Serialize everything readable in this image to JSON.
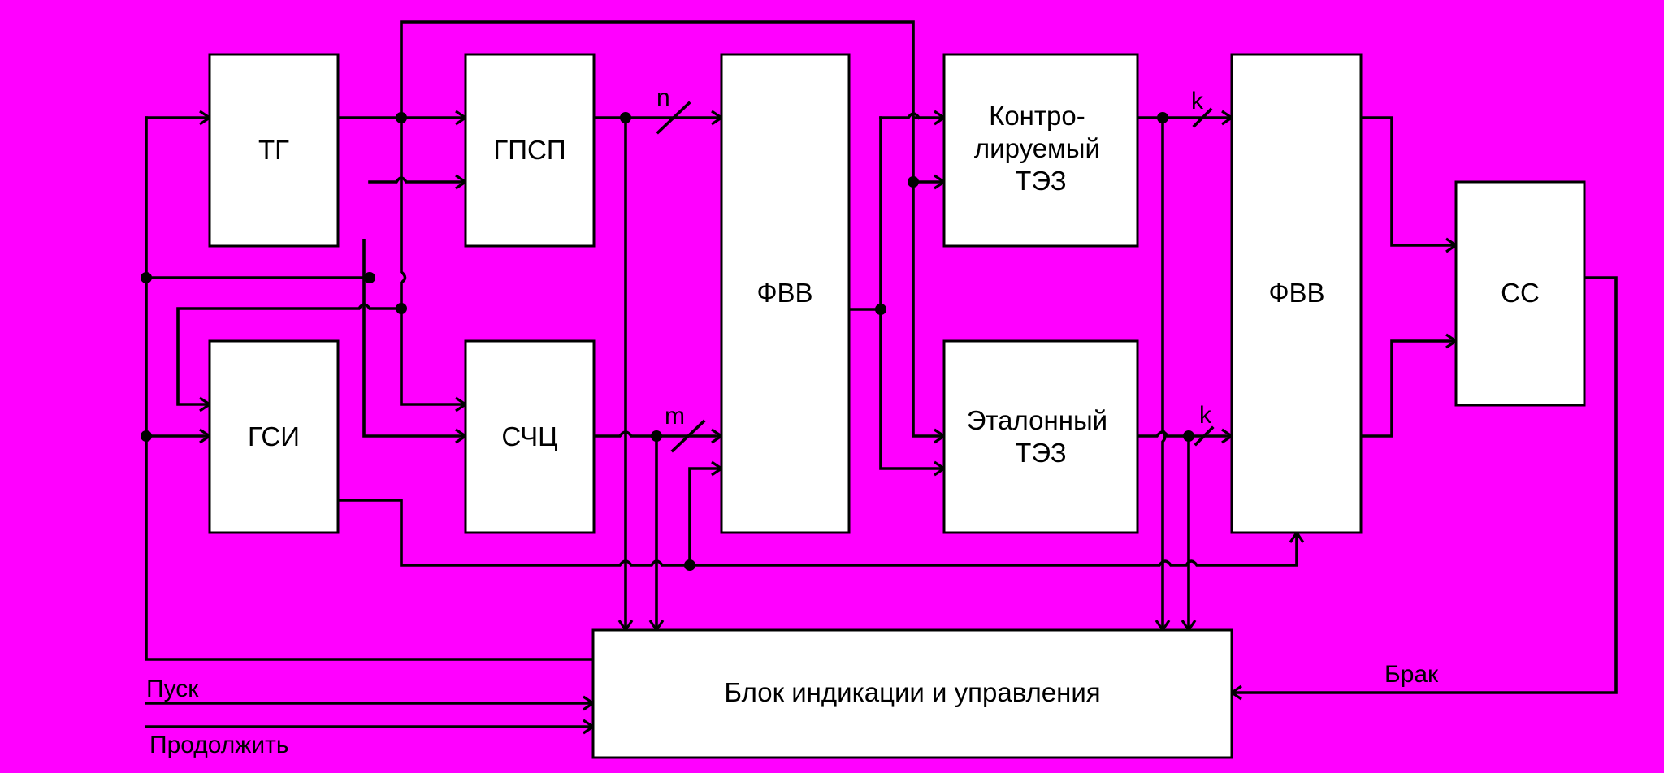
{
  "colors": {
    "background": "#ff00ff",
    "block_fill": "#ffffff",
    "line": "#000000"
  },
  "blocks": {
    "tg": "ТГ",
    "gsi": "ГСИ",
    "gpsp": "ГПСП",
    "schc": "СЧЦ",
    "fvv1": "ФВВ",
    "controlled_tez": [
      "Контро-",
      "лируемый",
      "ТЭЗ"
    ],
    "reference_tez": [
      "Эталонный",
      "ТЭЗ"
    ],
    "fvv2": "ФВВ",
    "ss": "СС",
    "control_unit": "Блок индикации и управления"
  },
  "bus_labels": {
    "n": "n",
    "m": "m",
    "k1": "k",
    "k2": "k"
  },
  "signals": {
    "start": "Пуск",
    "continue": "Продолжить",
    "defect": "Брак"
  }
}
